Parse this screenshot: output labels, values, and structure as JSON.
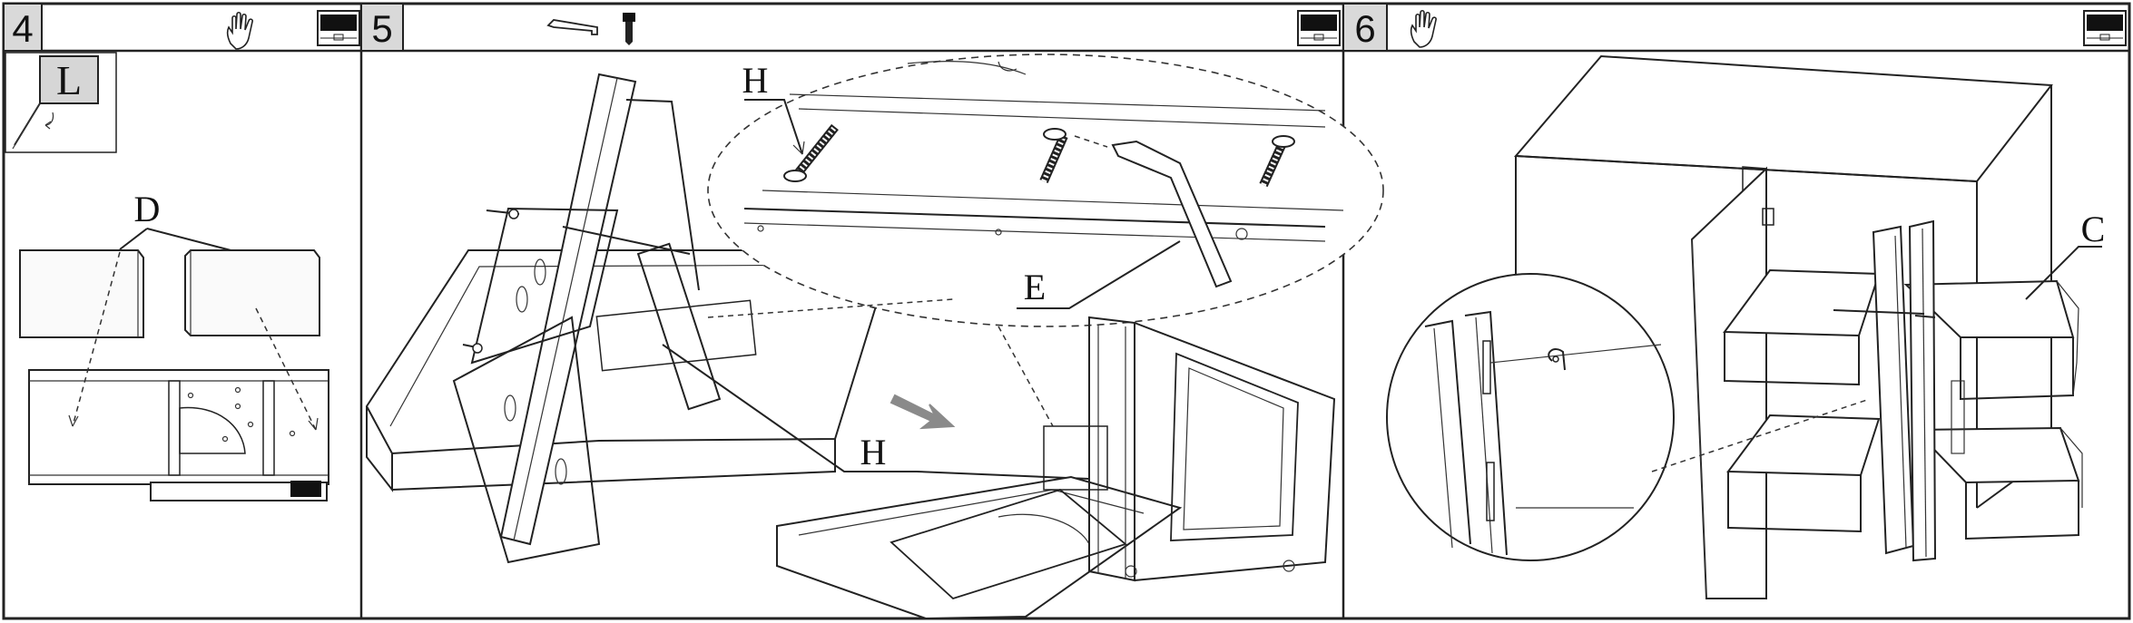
{
  "panels": [
    {
      "step": "4",
      "icons": [
        "hand-icon",
        "booklet-icon"
      ],
      "label_box": "L",
      "callouts": [
        "D"
      ]
    },
    {
      "step": "5",
      "icons": [
        "allen-key-icon",
        "screw-icon",
        "booklet-icon"
      ],
      "callouts": [
        "H",
        "E",
        "H"
      ]
    },
    {
      "step": "6",
      "icons": [
        "hand-icon",
        "booklet-icon"
      ],
      "callouts": [
        "C"
      ]
    }
  ],
  "colors": {
    "frame": "#222222",
    "header_gray": "#d9d9d9",
    "arrow_gray": "#8a8a8a"
  }
}
